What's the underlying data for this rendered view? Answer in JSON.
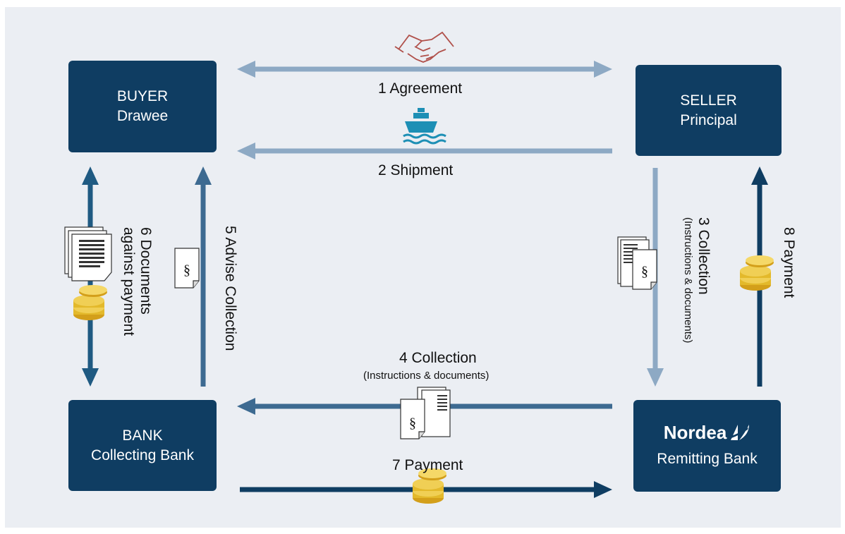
{
  "nodes": {
    "buyer": {
      "title": "BUYER",
      "subtitle": "Drawee"
    },
    "seller": {
      "title": "SELLER",
      "subtitle": "Principal"
    },
    "collecting_bank": {
      "title": "BANK",
      "subtitle": "Collecting Bank"
    },
    "remitting_bank": {
      "logo": "Nordea",
      "subtitle": "Remitting Bank"
    }
  },
  "steps": {
    "s1": "1 Agreement",
    "s2": "2 Shipment",
    "s3": {
      "label": "3 Collection",
      "sub": "(Instructions & documents)"
    },
    "s4": {
      "label": "4 Collection",
      "sub": "(Instructions & documents)"
    },
    "s5": "5 Advise Collection",
    "s6": {
      "line1": "6 Documents",
      "line2": "against payment"
    },
    "s7": "7 Payment",
    "s8": "8 Payment"
  },
  "symbols": {
    "section": "§"
  },
  "icons": [
    "handshake-icon",
    "ship-icon",
    "documents-icon",
    "coins-icon",
    "section-document-icon",
    "nordea-logo-icon"
  ],
  "colors": {
    "background": "#ebeef3",
    "box": "#0f3d62",
    "arrow_light": "#8da9c4",
    "arrow_medium": "#3d6a91",
    "arrow_dark": "#0f3d62",
    "handshake": "#b0504a",
    "ship": "#1d8fb5",
    "coin": "#e3b92b"
  }
}
